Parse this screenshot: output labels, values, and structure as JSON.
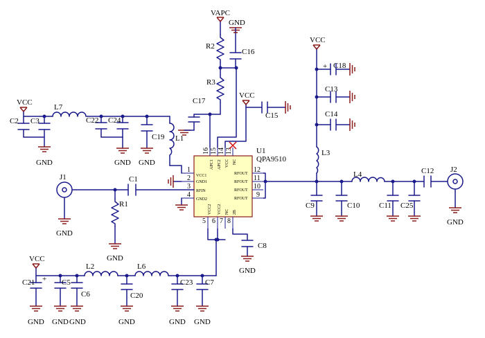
{
  "net_labels": {
    "vcc": "VCC",
    "vapc": "VAPC",
    "gnd": "GND"
  },
  "ic": {
    "ref": "U1",
    "part": "QPA9510",
    "pins": {
      "p1": {
        "num": "1",
        "func": "VCC1"
      },
      "p2": {
        "num": "2",
        "func": "GND1"
      },
      "p3": {
        "num": "3",
        "func": "RFIN"
      },
      "p4": {
        "num": "4",
        "func": "GND2"
      },
      "p5": {
        "num": "5",
        "func": "VCC2"
      },
      "p6": {
        "num": "6",
        "func": "VCC2"
      },
      "p7": {
        "num": "7",
        "func": "NC"
      },
      "p8": {
        "num": "8",
        "func": "2B"
      },
      "p9": {
        "num": "9",
        "func": "RFOUT"
      },
      "p10": {
        "num": "10",
        "func": "RFOUT"
      },
      "p11": {
        "num": "11",
        "func": "RFOUT"
      },
      "p12": {
        "num": "12",
        "func": "RFOUT"
      },
      "p13": {
        "num": "13",
        "func": "NC"
      },
      "p14": {
        "num": "14",
        "func": "VCC"
      },
      "p15": {
        "num": "15",
        "func": "APC2"
      },
      "p16": {
        "num": "16",
        "func": "APC1"
      }
    }
  },
  "components": {
    "J1": "J1",
    "J2": "J2",
    "C1": "C1",
    "C2": "C2",
    "C3": "C3",
    "C5": "C5",
    "C6": "C6",
    "C7": "C7",
    "C8": "C8",
    "C9": "C9",
    "C10": "C10",
    "C11": "C11",
    "C12": "C12",
    "C13": "C13",
    "C14": "C14",
    "C15": "C15",
    "C16": "C16",
    "C17": "C17",
    "C18": "C18",
    "C19": "C19",
    "C20": "C20",
    "C21": "C21",
    "C22": "C22",
    "C23": "C23",
    "C24": "C24",
    "C25": "C25",
    "R1": "R1",
    "R2": "R2",
    "R3": "R3",
    "L1": "L1",
    "L2": "L2",
    "L3": "L3",
    "L4": "L4",
    "L6": "L6",
    "L7": "L7"
  },
  "polarity_mark": "+"
}
